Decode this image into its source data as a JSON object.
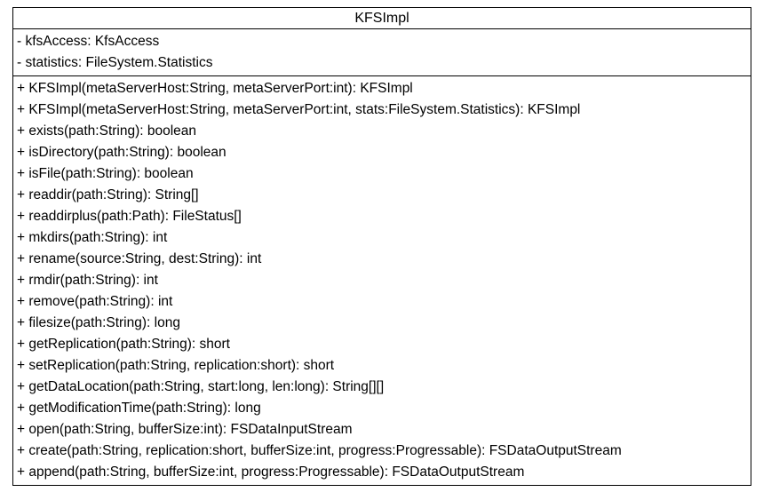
{
  "class": {
    "name": "KFSImpl",
    "attributes": [
      "- kfsAccess: KfsAccess",
      "- statistics: FileSystem.Statistics"
    ],
    "operations": [
      "+ KFSImpl(metaServerHost:String, metaServerPort:int): KFSImpl",
      "+ KFSImpl(metaServerHost:String, metaServerPort:int, stats:FileSystem.Statistics): KFSImpl",
      "+ exists(path:String): boolean",
      "+ isDirectory(path:String): boolean",
      "+ isFile(path:String): boolean",
      "+ readdir(path:String): String[]",
      "+ readdirplus(path:Path): FileStatus[]",
      "+ mkdirs(path:String): int",
      "+ rename(source:String, dest:String): int",
      "+ rmdir(path:String): int",
      "+ remove(path:String): int",
      "+ filesize(path:String): long",
      "+ getReplication(path:String): short",
      "+ setReplication(path:String, replication:short): short",
      "+ getDataLocation(path:String, start:long, len:long): String[][]",
      "+ getModificationTime(path:String): long",
      "+ open(path:String, bufferSize:int): FSDataInputStream",
      "+ create(path:String, replication:short, bufferSize:int, progress:Progressable): FSDataOutputStream",
      "+ append(path:String, bufferSize:int, progress:Progressable): FSDataOutputStream"
    ]
  }
}
